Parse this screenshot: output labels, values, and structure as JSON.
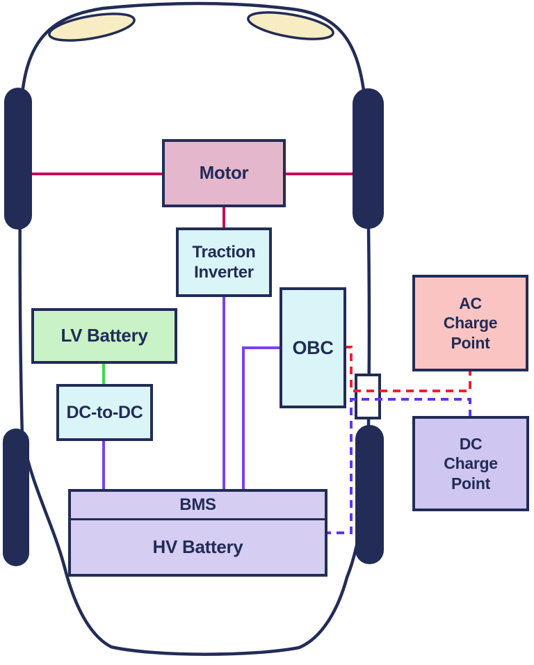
{
  "diagram_type": "EV powertrain / charging architecture schematic on car top-view",
  "labels": {
    "motor": "Motor",
    "traction_inverter": "Traction Inverter",
    "lv_battery": "LV Battery",
    "dc_to_dc": "DC-to-DC",
    "obc": "OBC",
    "bms": "BMS",
    "hv_battery": "HV Battery",
    "ac_charge_point": "AC Charge Point",
    "dc_charge_point": "DC Charge Point"
  },
  "connections": [
    {
      "from": "Motor",
      "to": "front axle",
      "style": "solid",
      "color": "#c40b5b"
    },
    {
      "from": "Motor",
      "to": "Traction Inverter",
      "style": "solid",
      "color": "#c40b5b"
    },
    {
      "from": "Traction Inverter",
      "to": "BMS",
      "style": "solid",
      "color": "#7b40f2"
    },
    {
      "from": "LV Battery",
      "to": "DC-to-DC",
      "style": "solid",
      "color": "#3ed84a"
    },
    {
      "from": "DC-to-DC",
      "to": "BMS",
      "style": "solid",
      "color": "#7b40f2"
    },
    {
      "from": "OBC",
      "to": "BMS",
      "style": "solid",
      "color": "#7b40f2"
    },
    {
      "from": "OBC",
      "to": "AC Charge Point",
      "via": "charge port",
      "style": "dashed",
      "color": "#ee2130"
    },
    {
      "from": "HV Battery",
      "to": "DC Charge Point",
      "via": "charge port",
      "style": "dashed",
      "color": "#5f35f0"
    }
  ],
  "colors": {
    "outline_navy": "#222c56",
    "motor_fill": "#e4b7cd",
    "inverter_fill": "#d9f5f8",
    "lv_battery_fill": "#c9f3c6",
    "battery_fill": "#d6cdf3",
    "ac_charge_fill": "#fac4c3",
    "dc_charge_fill": "#cfc6f2",
    "headlight_fill": "#f8ecc3",
    "axle_line": "#c40b5b",
    "purple_line": "#7b40f2",
    "green_line": "#3ed84a",
    "red_dashed_line": "#ee2130",
    "purple_dashed_line": "#5f35f0"
  }
}
